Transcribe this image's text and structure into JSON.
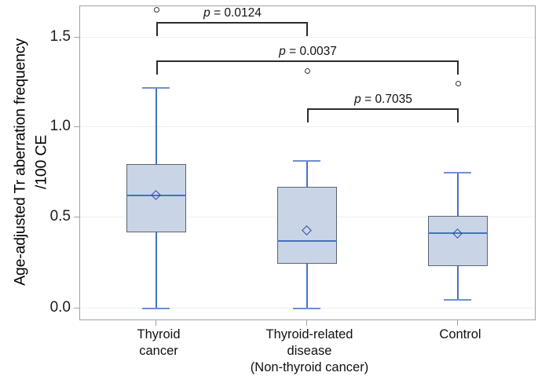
{
  "chart_data": {
    "type": "box",
    "title": "",
    "xlabel": "",
    "ylabel_line1": "Age-adjusted Tr aberration frequency",
    "ylabel_line2": "/100 CE",
    "ylim": [
      -0.07,
      1.72
    ],
    "yticks": [
      0.0,
      0.5,
      1.0,
      1.5
    ],
    "ytick_labels": [
      "0.0",
      "0.5",
      "1.0",
      "1.5"
    ],
    "grid": true,
    "legend": "none",
    "categories": [
      "Thyroid\ncancer",
      "Thyroid-related\ndisease\n(Non-thyroid cancer)",
      "Control"
    ],
    "groups": [
      {
        "name": "Thyroid cancer",
        "label_lines": [
          "Thyroid",
          "cancer"
        ],
        "whisker_low": 0.0,
        "q1": 0.43,
        "median": 0.63,
        "q3": 0.81,
        "whisker_high": 1.23,
        "mean": 0.63,
        "outliers": [
          1.67
        ]
      },
      {
        "name": "Thyroid-related disease (Non-thyroid cancer)",
        "label_lines": [
          "Thyroid-related",
          "disease",
          "(Non-thyroid cancer)"
        ],
        "whisker_low": 0.0,
        "q1": 0.25,
        "median": 0.38,
        "q3": 0.68,
        "whisker_high": 0.83,
        "mean": 0.44,
        "outliers": [
          1.33
        ]
      },
      {
        "name": "Control",
        "label_lines": [
          "Control"
        ],
        "whisker_low": 0.04,
        "q1": 0.23,
        "median": 0.42,
        "q3": 0.52,
        "whisker_high": 0.76,
        "mean": 0.41,
        "outliers": [
          1.26
        ]
      }
    ],
    "annotations": [
      {
        "id": "p1",
        "text": "p = 0.0124",
        "p_value": "0.0124",
        "from": "Thyroid cancer",
        "to": "Thyroid-related disease (Non-thyroid cancer)",
        "y": 1.6
      },
      {
        "id": "p2",
        "text": "p = 0.0037",
        "p_value": "0.0037",
        "from": "Thyroid cancer",
        "to": "Control",
        "y": 1.38
      },
      {
        "id": "p3",
        "text": "p = 0.7035",
        "p_value": "0.7035",
        "from": "Thyroid-related disease (Non-thyroid cancer)",
        "to": "Control",
        "y": 1.11
      }
    ],
    "colors": {
      "box_fill": "#c9d4e6",
      "box_border": "#5b6670",
      "median_line": "#4472c4",
      "whisker": "#4472c4",
      "mean_marker": "#2b4a9b",
      "outlier": "#333333",
      "grid": "#eceff2",
      "axis": "#9aa3ad"
    }
  }
}
